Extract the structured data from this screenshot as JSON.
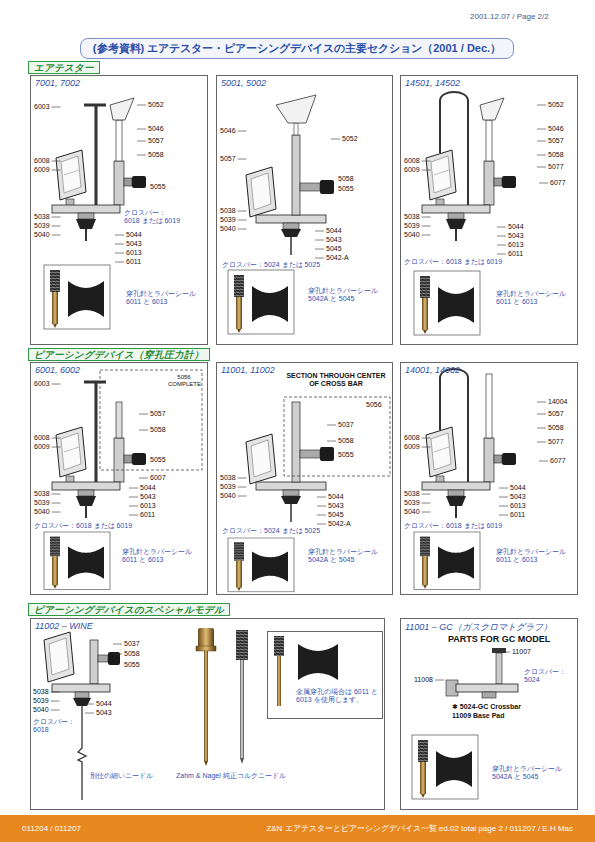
{
  "diagram": {
    "nodes": [
      {
        "text": [
          "(参考資料) エアテスター・ピアーシングデバイスの主要セクション（2001 / Dec.）"
        ]
      },
      {
        "text": [
          "エアテスター"
        ]
      },
      {
        "text": [
          "7001, 7002"
        ]
      },
      {
        "text": [
          "5001, 5002"
        ]
      },
      {
        "text": [
          "14501, 14502"
        ]
      },
      {
        "text": [
          "ピアーシングデバイス（穿孔圧力計）"
        ]
      },
      {
        "text": [
          "6001, 6002"
        ]
      },
      {
        "text": [
          "11001, 11002"
        ]
      },
      {
        "text": [
          "14001, 14002"
        ]
      },
      {
        "text": [
          "ピアーシングデバイスのスペシャルモデル"
        ]
      },
      {
        "text": [
          "11002 – WINE"
        ]
      },
      {
        "text": [
          "金属穿孔の場合は 6011 と 6013 を使用します。"
        ],
        "in": 10
      },
      {
        "text": [
          "11001 – GC（ガスクロマトグラフ）"
        ]
      },
      {
        "text": [
          "011204 / 011207",
          "Z&N エアテスターとピアーシングデバイス一覧 ed.02 total page 2 / 011207 / E.H Mac"
        ]
      }
    ],
    "labels": [
      "2001.12.07 / Page 2/2",
      "5052",
      "6003",
      "5046",
      "5057",
      "6008",
      "6009",
      "5058",
      "5055",
      "クロスバー： 6018 または 6019",
      "5038",
      "5039",
      "5040",
      "5044",
      "5043",
      "6013",
      "6011",
      "穿孔針とラバーシール 6011 と 6013",
      "5046",
      "5057",
      "5052",
      "5058",
      "5055",
      "5038",
      "5039",
      "5040",
      "5044",
      "5043",
      "5045",
      "5042-A",
      "クロスバー：5024 または 5025",
      "穿孔針とラバーシール 5042A と 5045",
      "5052",
      "5046",
      "5057",
      "5058",
      "5077",
      "6008",
      "6009",
      "6077",
      "5038",
      "5039",
      "5040",
      "5044",
      "5043",
      "6013",
      "6011",
      "クロスバー：6018 または 6019",
      "穿孔針とラバーシール 6011 と 6013",
      "6003",
      "5056 COMPLETE",
      "5057",
      "6008",
      "6009",
      "5058",
      "5055",
      "6007",
      "5038",
      "5039",
      "5040",
      "5044",
      "5043",
      "6013",
      "6011",
      "クロスバー：6018 または 6019",
      "穿孔針とラバーシール 6011 と 6013",
      "SECTION THROUGH CENTER OF CROSS BAR",
      "5056",
      "5037",
      "5058",
      "5055",
      "5038",
      "5039",
      "5040",
      "5044",
      "5043",
      "5045",
      "5042-A",
      "クロスバー：5024 または 5025",
      "穿孔針とラバーシール 5042A と 5045",
      "14004",
      "5057",
      "5058",
      "5077",
      "6008",
      "6009",
      "6077",
      "5038",
      "5039",
      "5040",
      "5044",
      "5043",
      "6013",
      "6011",
      "クロスバー：6018 または 6019",
      "穿孔針とラバーシール 6011 と 6013",
      "5037",
      "5058",
      "5055",
      "5038",
      "5039",
      "5040",
      "5044",
      "5043",
      "クロスバー： 6018",
      "別仕の細いニードル",
      "Zahm & Nagel 純正コルクニードル",
      "PARTS FOR GC MODEL",
      "11007",
      "11008",
      "クロスバー： 5024",
      "✱ 5024-GC Crossbar",
      "11009 Base Pad",
      "穿孔針とラバーシール 5042A と 5045"
    ]
  }
}
